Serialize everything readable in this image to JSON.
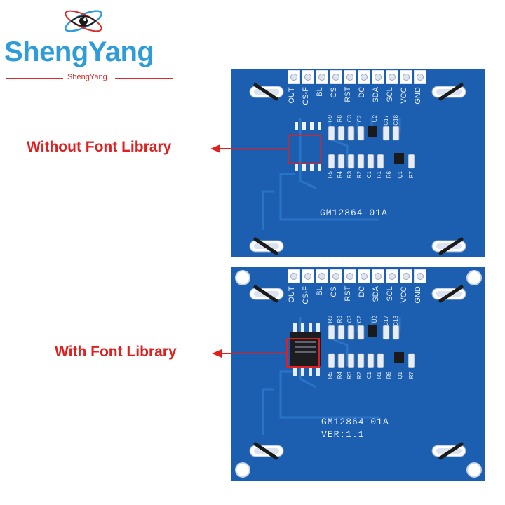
{
  "brand": {
    "name": "ShengYang",
    "subtitle": "ShengYang"
  },
  "callouts": {
    "without": "Without Font Library",
    "with": "With Font Library"
  },
  "pin_labels": [
    "OUT",
    "CS-F",
    "BL",
    "CS",
    "RST",
    "DC",
    "SDA",
    "SCL",
    "VCC",
    "GND"
  ],
  "board_top": {
    "model": "GM12864-01A",
    "component_labels_top": [
      "R9",
      "R8",
      "C3",
      "C2",
      "U2",
      "C17",
      "C18"
    ],
    "component_labels_bottom": [
      "R5",
      "R4",
      "R3",
      "R2",
      "C1",
      "R1",
      "R6",
      "Q1",
      "R7"
    ]
  },
  "board_bottom": {
    "model": "GM12864-01A",
    "version": "VER:1.1",
    "component_labels_top": [
      "R9",
      "R8",
      "C3",
      "C2",
      "U2",
      "C17",
      "C18"
    ],
    "component_labels_bottom": [
      "R5",
      "R4",
      "R3",
      "R2",
      "C1",
      "R1",
      "R6",
      "Q1",
      "R7"
    ]
  },
  "colors": {
    "board_blue": "#1c5fb0",
    "accent_red": "#e01f1f",
    "brand_blue": "#2e9cd8"
  }
}
